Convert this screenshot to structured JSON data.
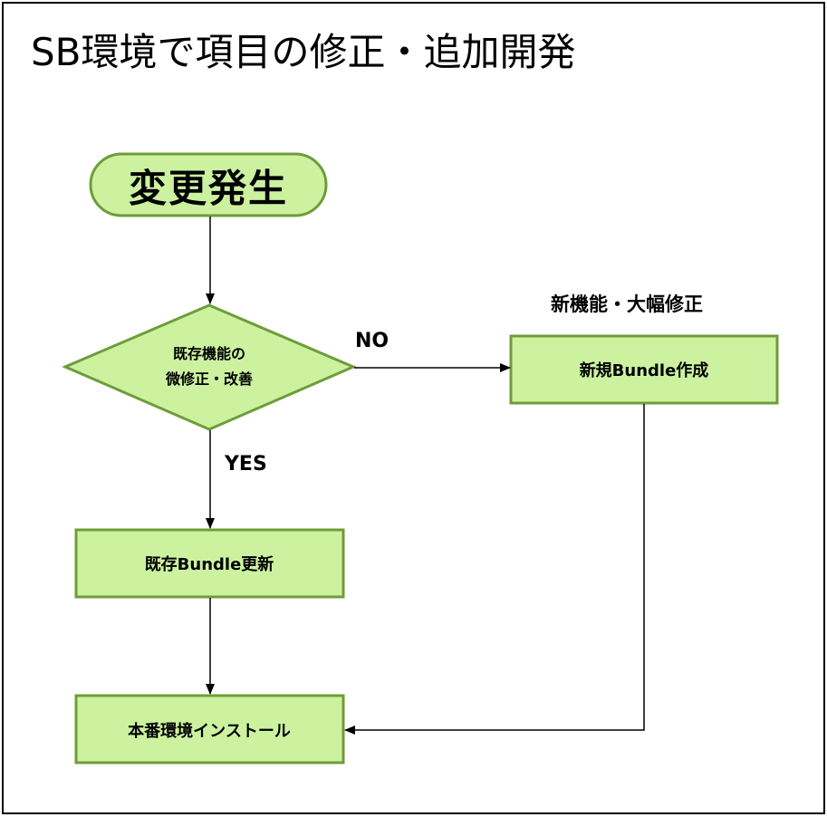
{
  "title": "SB環境で項目の修正・追加開発",
  "colors": {
    "fill": "#ccf2a0",
    "stroke": "#6f9c3a",
    "line": "#000000"
  },
  "nodes": {
    "start": "変更発生",
    "decision": {
      "line1": "既存機能の",
      "line2": "微修正・改善"
    },
    "update_bundle": "既存Bundle更新",
    "new_bundle": "新規Bundle作成",
    "install": "本番環境インストール"
  },
  "branches": {
    "no": "NO",
    "yes": "YES"
  },
  "annotations": {
    "new_feature": "新機能・大幅修正"
  }
}
